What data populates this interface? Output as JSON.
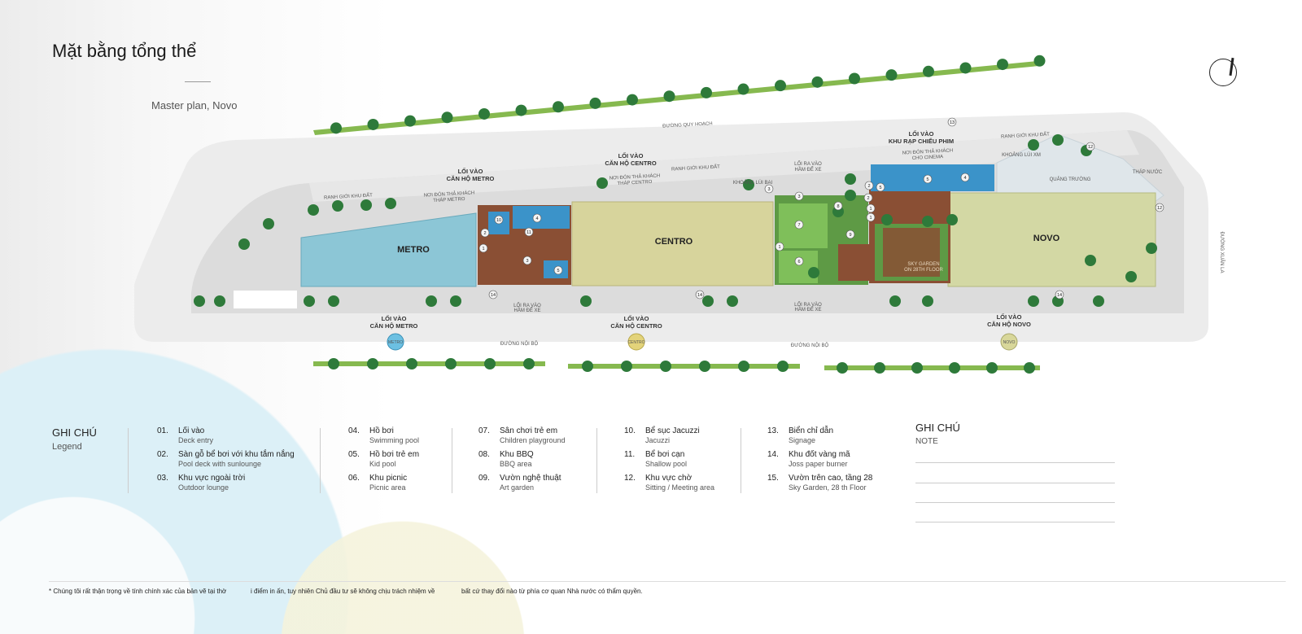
{
  "header": {
    "title": "Mặt bằng tổng thể",
    "subtitle": "Master plan, Novo"
  },
  "map": {
    "buildings": {
      "metro": "METRO",
      "centro": "CENTRO",
      "novo": "NOVO"
    },
    "roads": {
      "top": "ĐƯỜNG QUY HOẠCH",
      "bottom_left": "ĐƯỜNG NỘI BỘ",
      "bottom_right": "ĐƯỜNG NỘI BỘ",
      "right": "ĐƯỜNG XUÂN LA"
    },
    "entrances": {
      "metro_top": [
        "LỐI VÀO",
        "CĂN HỘ METRO"
      ],
      "centro_top": [
        "LỐI VÀO",
        "CĂN HỘ CENTRO"
      ],
      "cinema": [
        "LỐI VÀO",
        "KHU RẠP CHIẾU PHIM"
      ],
      "metro_bottom": [
        "LỐI VÀO",
        "CĂN HỘ METRO"
      ],
      "centro_bottom": [
        "LỐI VÀO",
        "CĂN HỘ CENTRO"
      ],
      "novo_bottom": [
        "LỐI VÀO",
        "CĂN HỘ NOVO"
      ]
    },
    "small_labels": {
      "boundary_1": "RANH GIỚI KHU ĐẤT",
      "boundary_2": "RANH GIỚI KHU ĐẤT",
      "boundary_3": "RANH GIỚI KHU ĐẤT",
      "dropoff_metro": [
        "NƠI ĐÓN THẢ KHÁCH",
        "THÁP METRO"
      ],
      "dropoff_centro": [
        "NƠI ĐÓN THẢ KHÁCH",
        "THÁP CENTRO"
      ],
      "dropoff_cinema": [
        "NƠI ĐÓN THẢ KHÁCH",
        "CHO CINEMA"
      ],
      "setback_1": "KHOẢNG LÙI BAI",
      "setback_2": "KHOẢNG LÙI XM",
      "plaza": "QUẢNG TRƯỜNG",
      "water_tower": "THÁP NƯỚC",
      "parking_top": [
        "LỐI RA VÀO",
        "HẦM ĐỂ XE"
      ],
      "parking_bottom_1": [
        "LỐI RA VÀO",
        "HẦM ĐỂ XE"
      ],
      "parking_bottom_2": [
        "LỐI RA VÀO",
        "HẦM ĐỂ XE"
      ],
      "sky_garden": [
        "SKY GARDEN",
        "ON 28TH FLOOR"
      ]
    },
    "badges": {
      "metro": "METRO",
      "centro": "CENTRO",
      "novo": "NOVO"
    },
    "markers": [
      "13",
      "12",
      "12",
      "1",
      "2",
      "10",
      "4",
      "11",
      "3",
      "5",
      "5",
      "1",
      "3",
      "3",
      "7",
      "1",
      "6",
      "8",
      "9",
      "2",
      "2",
      "5",
      "1",
      "4",
      "14",
      "14",
      "14"
    ]
  },
  "legend": {
    "title": "GHI CHÚ",
    "subtitle": "Legend",
    "items": [
      {
        "num": "01.",
        "vi": "Lối vào",
        "en": "Deck entry"
      },
      {
        "num": "02.",
        "vi": "Sàn gỗ bể bơi với khu tắm nắng",
        "en": "Pool deck with sunlounge"
      },
      {
        "num": "03.",
        "vi": "Khu vực ngoài trời",
        "en": "Outdoor lounge"
      },
      {
        "num": "04.",
        "vi": "Hồ bơi",
        "en": "Swimming pool"
      },
      {
        "num": "05.",
        "vi": "Hồ bơi trẻ em",
        "en": "Kid pool"
      },
      {
        "num": "06.",
        "vi": "Khu picnic",
        "en": "Picnic area"
      },
      {
        "num": "07.",
        "vi": "Sân chơi trẻ em",
        "en": "Children playground"
      },
      {
        "num": "08.",
        "vi": "Khu BBQ",
        "en": "BBQ area"
      },
      {
        "num": "09.",
        "vi": "Vườn nghệ thuật",
        "en": "Art garden"
      },
      {
        "num": "10.",
        "vi": "Bể sục Jacuzzi",
        "en": "Jacuzzi"
      },
      {
        "num": "11.",
        "vi": "Bể bơi cạn",
        "en": "Shallow pool"
      },
      {
        "num": "12.",
        "vi": "Khu vực chờ",
        "en": "Sitting / Meeting area"
      },
      {
        "num": "13.",
        "vi": "Biển chỉ dẫn",
        "en": "Signage"
      },
      {
        "num": "14.",
        "vi": "Khu đốt vàng mã",
        "en": "Joss paper burner"
      },
      {
        "num": "15.",
        "vi": "Vườn trên cao, tầng 28",
        "en": "Sky Garden, 28 th Floor"
      }
    ]
  },
  "note": {
    "title": "GHI CHÚ",
    "subtitle": "NOTE"
  },
  "footer": {
    "part1": "* Chúng tôi rất thận trọng về tính chính xác của bản vẽ tại thờ",
    "part2": "i điểm in ấn, tuy nhiên Chủ đầu tư sẽ không chịu trách nhiệm về",
    "part3": "bất cứ thay đổi nào từ phía cơ quan Nhà nước có thẩm quyền."
  },
  "colors": {
    "pool": "#3b93c9",
    "metro": "#8cc6d6",
    "centro": "#d7d49c",
    "novo": "#d3d8a4",
    "deck": "#8a4f34",
    "lawn": "#72ad50",
    "tree": "#2e7a3a",
    "road": "#ececec"
  }
}
